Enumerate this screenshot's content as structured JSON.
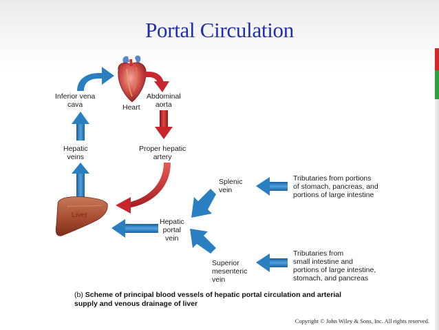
{
  "title": "Portal Circulation",
  "labels": {
    "ivc": "Inferior vena\ncava",
    "heart": "Heart",
    "abdominal_aorta": "Abdominal\naorta",
    "hepatic_veins": "Hepatic\nveins",
    "proper_hepatic_artery": "Proper hepatic\nartery",
    "liver": "Liver",
    "splenic_vein": "Splenic\nvein",
    "hepatic_portal_vein": "Hepatic\nportal\nvein",
    "superior_mesenteric_vein": "Superior\nmesenteric\nvein",
    "tributaries_splenic": "Tributaries from portions\nof stomach, pancreas, and\nportions of large intestine",
    "tributaries_mesenteric": "Tributaries from\nsmall intestine and\nportions of large intestine,\nstomach, and pancreas"
  },
  "caption": {
    "part": "(b)",
    "line1": "Scheme of principal blood vessels of hepatic portal circulation and arterial",
    "line2": "supply and venous drainage of liver"
  },
  "copyright": "Copyright © John Wiley & Sons, Inc. All rights reserved.",
  "colors": {
    "title": "#1f2fa8",
    "venous_arrow": "#2a7fc0",
    "arterial_arrow": "#c8262c",
    "liver": "#b0573a"
  },
  "icons": [
    "heart-icon",
    "liver-icon"
  ]
}
